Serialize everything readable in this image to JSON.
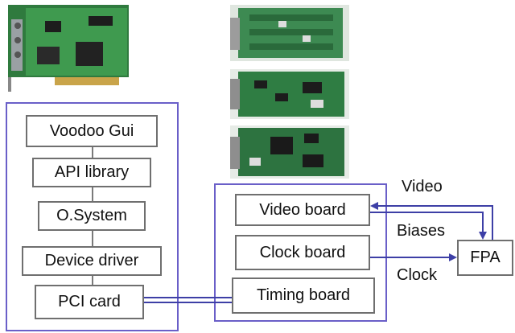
{
  "software_stack": {
    "items": [
      "Voodoo Gui",
      "API library",
      "O.System",
      "Device driver",
      "PCI card"
    ]
  },
  "electronics": {
    "video_board": "Video board",
    "clock_board": "Clock board",
    "timing_board": "Timing board"
  },
  "detector": {
    "label": "FPA"
  },
  "signals": {
    "video": "Video",
    "biases": "Biases",
    "clock": "Clock"
  },
  "colors": {
    "group_border": "#6a5fc8",
    "link": "#3d3fa6",
    "block_border": "#6f6f6f"
  }
}
